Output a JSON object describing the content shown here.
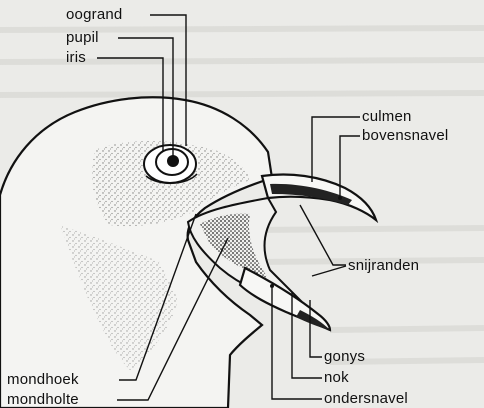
{
  "labels": {
    "oogrand": "oogrand",
    "pupil": "pupil",
    "iris": "iris",
    "culmen": "culmen",
    "bovensnavel": "bovensnavel",
    "snijranden": "snijranden",
    "gonys": "gonys",
    "nok": "nok",
    "ondersnavel": "ondersnavel",
    "mondhoek": "mondhoek",
    "mondholte": "mondholte"
  }
}
